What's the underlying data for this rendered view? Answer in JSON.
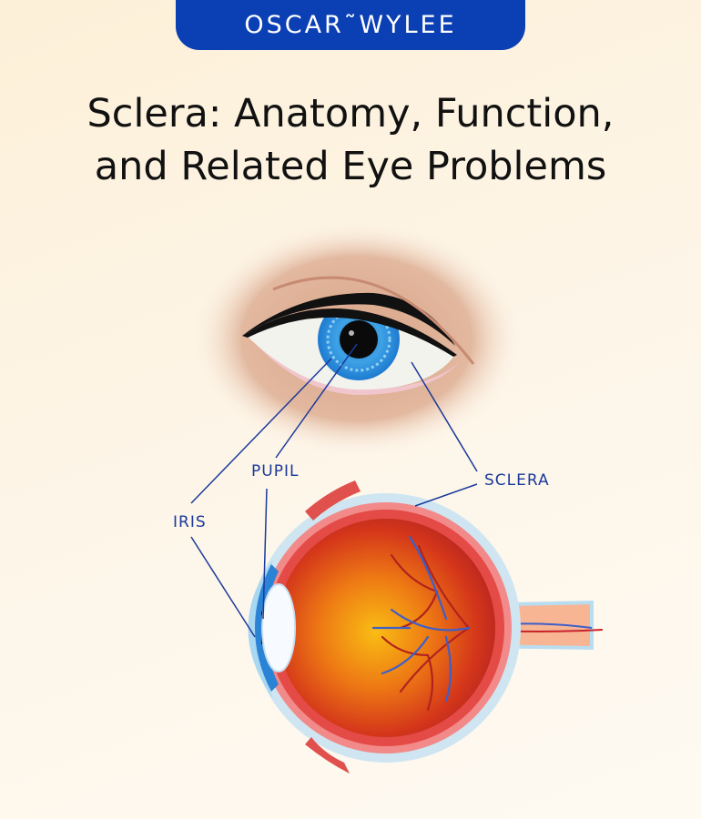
{
  "brand": {
    "name": "OSCAR",
    "name2": "WYLEE"
  },
  "title": {
    "line1": "Sclera: Anatomy, Function,",
    "line2": "and Related Eye Problems"
  },
  "labels": {
    "pupil": "PUPIL",
    "iris": "IRIS",
    "sclera": "SCLERA"
  },
  "colors": {
    "brand": "#0b3fb4",
    "label": "#1a3a9a",
    "skin": "#dba88a",
    "iris": "#3a9ee0",
    "eyeball_inner": "#e85a14",
    "sclera": "#cfe6f2"
  }
}
